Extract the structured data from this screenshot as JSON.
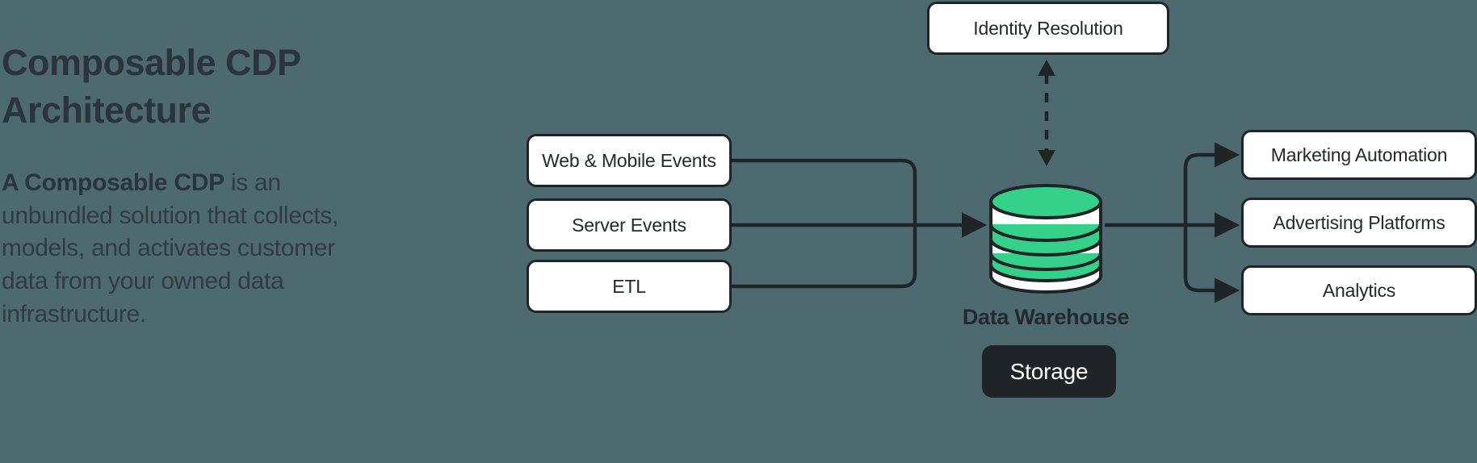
{
  "background_color": "#4d6a70",
  "accent_color": "#35d18a",
  "ink_color": "#1e2428",
  "heading": {
    "line1": "Composable CDP",
    "line2": "Architecture",
    "full": "Composable CDP Architecture"
  },
  "description": {
    "lead": "A Composable CDP",
    "rest": " is an unbundled solution that collects, models, and activates customer data from your owned data infrastructure."
  },
  "diagram": {
    "title": "Composable CDP Architecture",
    "sources": [
      {
        "id": "web-mobile-events",
        "label": "Web & Mobile Events"
      },
      {
        "id": "server-events",
        "label": "Server Events"
      },
      {
        "id": "etl",
        "label": "ETL"
      }
    ],
    "hub": {
      "icon": "database-cylinder-icon",
      "label": "Data Warehouse",
      "badge": "Storage"
    },
    "top_node": {
      "id": "identity-resolution",
      "label": "Identity Resolution"
    },
    "destinations": [
      {
        "id": "marketing-automation",
        "label": "Marketing Automation"
      },
      {
        "id": "advertising-platforms",
        "label": "Advertising Platforms"
      },
      {
        "id": "analytics",
        "label": "Analytics"
      }
    ],
    "connectors": [
      {
        "from": "sources",
        "to": "data-warehouse",
        "style": "solid",
        "arrow": "single"
      },
      {
        "from": "data-warehouse",
        "to": "destinations",
        "style": "solid",
        "arrow": "single"
      },
      {
        "from": "data-warehouse",
        "to": "identity-resolution",
        "style": "dashed",
        "arrow": "double"
      }
    ]
  }
}
